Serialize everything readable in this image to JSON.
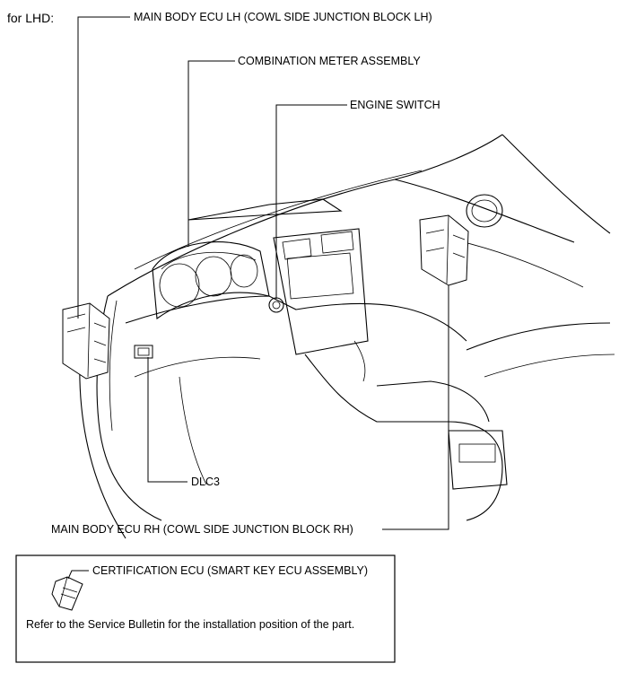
{
  "heading": "for LHD:",
  "labels": {
    "main_body_ecu_lh": "MAIN BODY ECU LH (COWL SIDE JUNCTION BLOCK LH)",
    "combination_meter": "COMBINATION METER ASSEMBLY",
    "engine_switch": "ENGINE SWITCH",
    "dlc3": "DLC3",
    "main_body_ecu_rh": "MAIN BODY ECU RH (COWL SIDE JUNCTION BLOCK RH)"
  },
  "note_box": {
    "certification_ecu": "CERTIFICATION ECU (SMART KEY ECU ASSEMBLY)",
    "note": "Refer to the Service Bulletin for the installation position of the part."
  }
}
